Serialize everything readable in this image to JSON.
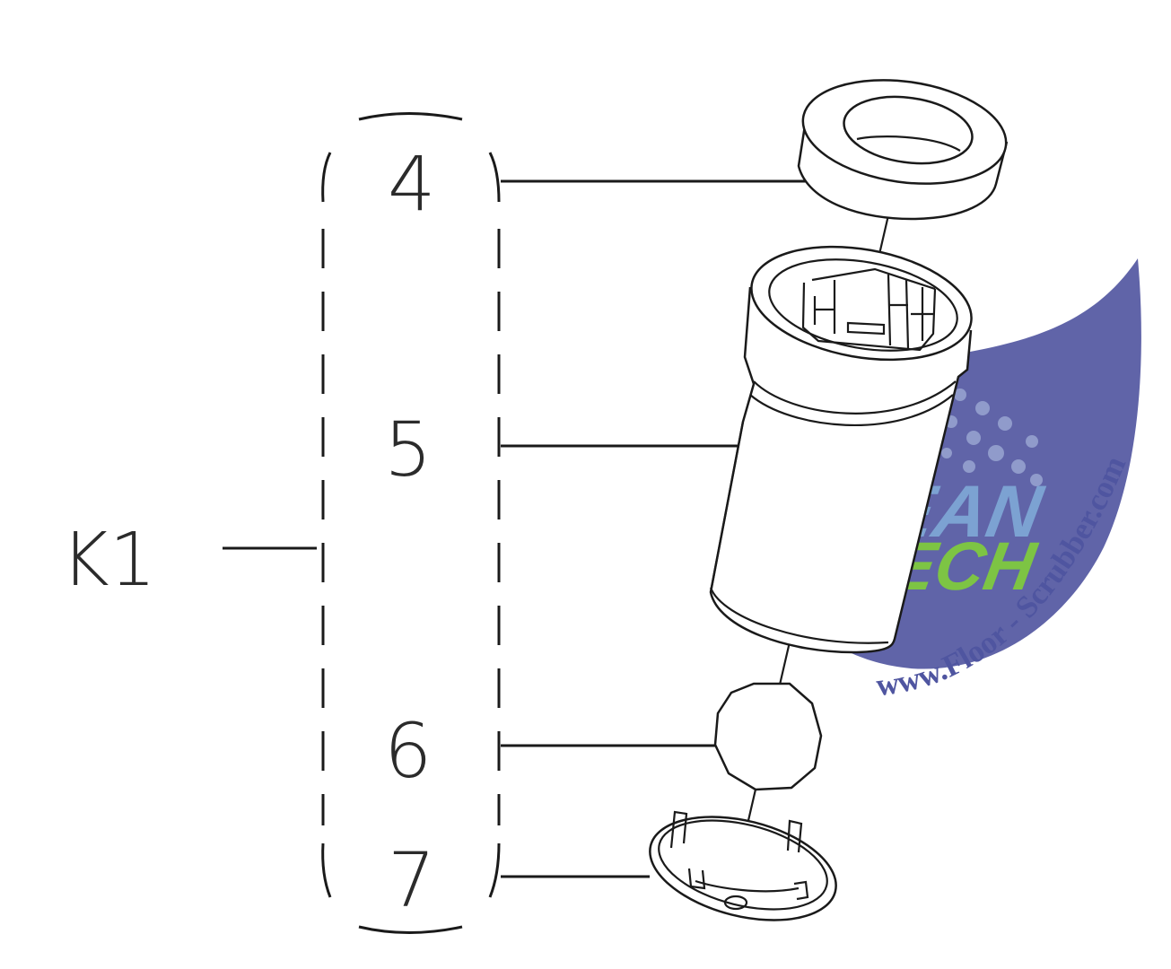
{
  "assembly": {
    "group_label": "K1",
    "callouts": [
      {
        "id": "4",
        "label": "4"
      },
      {
        "id": "5",
        "label": "5"
      },
      {
        "id": "6",
        "label": "6"
      },
      {
        "id": "7",
        "label": "7"
      }
    ]
  },
  "watermark": {
    "line1": "CLEAN",
    "line2": "TECH",
    "url": "www.Floor - Scrubber.com",
    "colors": {
      "drop": "#4a4f9c",
      "clean": "#7fa8d6",
      "tech": "#7ec93e",
      "url": "#4f55a0"
    }
  }
}
